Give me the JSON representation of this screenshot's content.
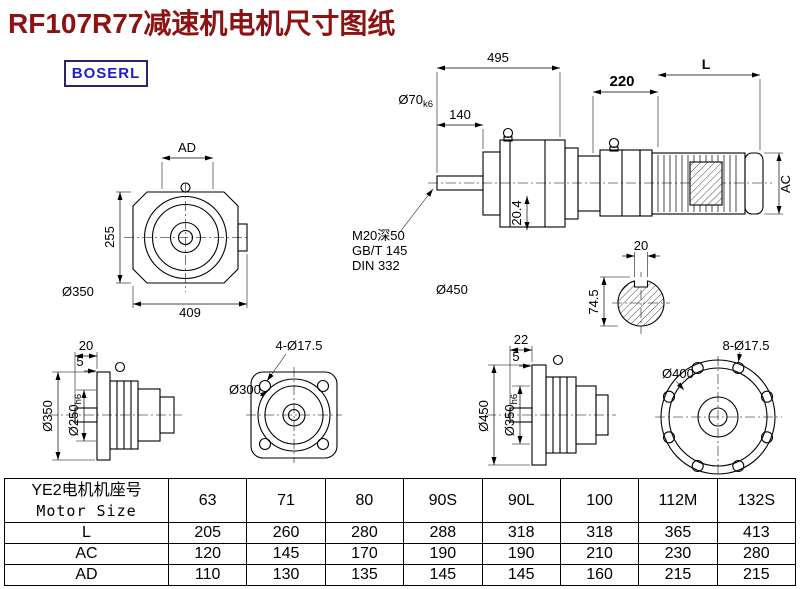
{
  "header": {
    "title": "RF107R77减速机电机尺寸图纸",
    "logo": "BOSERL"
  },
  "front_view": {
    "ad": "AD",
    "h255": "255",
    "w409": "409",
    "d350": "Ø350"
  },
  "side_view": {
    "len495": "495",
    "len140": "140",
    "shaft_dia": "Ø70",
    "shaft_tol": "k6",
    "note1": "M20深50",
    "note2": "GB/T 145",
    "note3": "DIN 332",
    "d450": "Ø450",
    "key204": "20.4",
    "len220": "220",
    "lenL": "L",
    "ac": "AC"
  },
  "key_section": {
    "w20": "20",
    "h745": "74.5"
  },
  "flange_view_small": {
    "len20": "20",
    "t5": "5",
    "d350": "Ø350",
    "d250": "Ø250",
    "d250_tol": "h6"
  },
  "flange_face_small": {
    "holes": "4-Ø17.5",
    "d300": "Ø300"
  },
  "flange_view_large": {
    "len22": "22",
    "t5": "5",
    "d450": "Ø450",
    "d350": "Ø350",
    "d350_tol": "h6"
  },
  "flange_face_large": {
    "holes": "8-Ø17.5",
    "d400": "Ø400"
  },
  "table": {
    "header_cn": "YE2电机机座号",
    "header_en": "Motor Size",
    "sizes": [
      "63",
      "71",
      "80",
      "90S",
      "90L",
      "100",
      "112M",
      "132S"
    ],
    "rows": [
      {
        "label": "L",
        "values": [
          "205",
          "260",
          "280",
          "288",
          "318",
          "318",
          "365",
          "413"
        ]
      },
      {
        "label": "AC",
        "values": [
          "120",
          "145",
          "170",
          "190",
          "190",
          "210",
          "230",
          "280"
        ]
      },
      {
        "label": "AD",
        "values": [
          "110",
          "130",
          "135",
          "145",
          "145",
          "160",
          "215",
          "215"
        ]
      }
    ]
  },
  "colors": {
    "title": "#8e1212",
    "logo_text": "#1b1bd0",
    "logo_border": "#262668",
    "line": "#000000"
  }
}
